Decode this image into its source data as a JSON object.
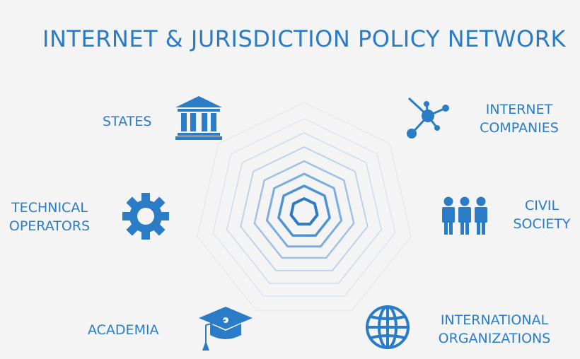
{
  "title": "INTERNET & JURISDICTION POLICY NETWORK",
  "colors": {
    "accent": "#2a7cc7",
    "background": "#f4f4f5"
  },
  "stakeholders": {
    "states": {
      "lines": [
        "STATES"
      ],
      "icon": "building-icon"
    },
    "internet_companies": {
      "lines": [
        "INTERNET",
        "COMPANIES"
      ],
      "icon": "network-nodes-icon"
    },
    "technical_operators": {
      "lines": [
        "TECHNICAL",
        "OPERATORS"
      ],
      "icon": "gear-icon"
    },
    "civil_society": {
      "lines": [
        "CIVIL",
        "SOCIETY"
      ],
      "icon": "people-icon"
    },
    "academia": {
      "lines": [
        "ACADEMIA"
      ],
      "icon": "graduation-cap-icon"
    },
    "international_organizations": {
      "lines": [
        "INTERNATIONAL",
        "ORGANIZATIONS"
      ],
      "icon": "globe-icon"
    }
  }
}
